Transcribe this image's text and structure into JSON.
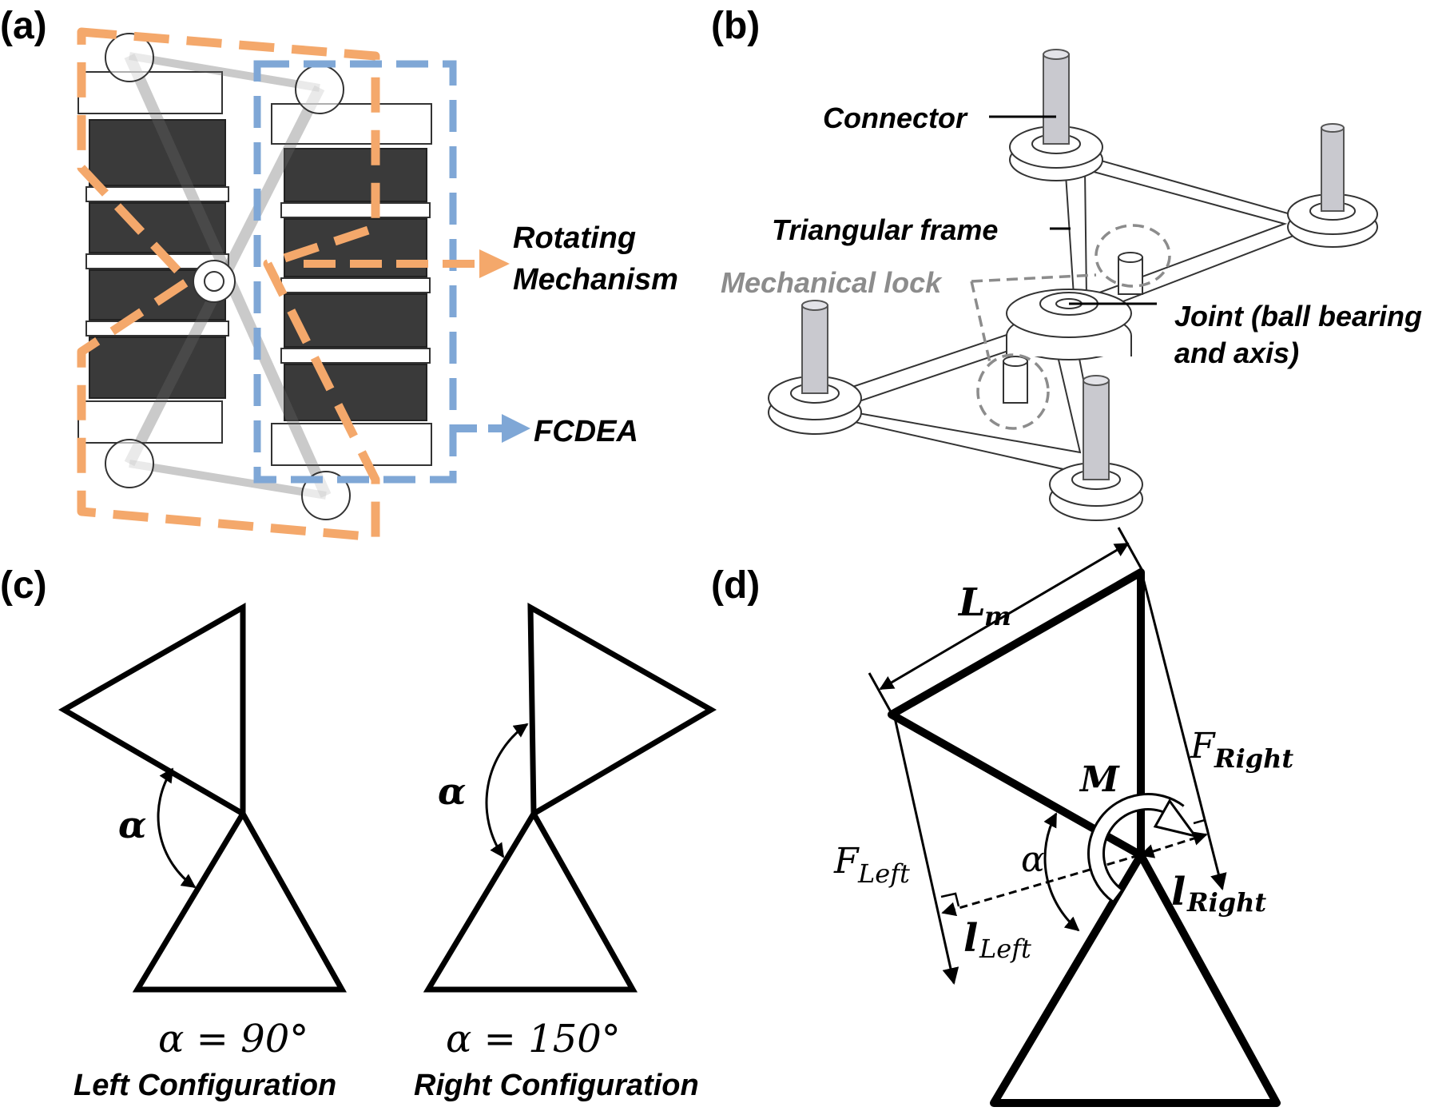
{
  "panels": {
    "a": {
      "tag": "(a)",
      "labels": {
        "rotating_line1": "Rotating",
        "rotating_line2": "Mechanism",
        "fcdea": "FCDEA"
      },
      "colors": {
        "rotating": "#f4a86b",
        "fcdea": "#7fa7d6"
      }
    },
    "b": {
      "tag": "(b)",
      "labels": {
        "connector": "Connector",
        "triangular_frame": "Triangular frame",
        "mechanical_lock": "Mechanical lock",
        "joint_line1": "Joint (ball bearing",
        "joint_line2": "and axis)"
      }
    },
    "c": {
      "tag": "(c)",
      "alpha_symbol": "α",
      "left": {
        "equation": "α = 90°",
        "caption": "Left Configuration",
        "alpha_deg": 90
      },
      "right": {
        "equation": "α = 150°",
        "caption": "Right Configuration",
        "alpha_deg": 150
      }
    },
    "d": {
      "tag": "(d)",
      "symbols": {
        "L": "L",
        "L_sub": "m",
        "M": "M",
        "alpha": "α",
        "F": "F",
        "F_left_sub": "Left",
        "F_right_sub": "Right",
        "l": "l",
        "l_left_sub": "Left",
        "l_right_sub": "Right"
      }
    }
  }
}
